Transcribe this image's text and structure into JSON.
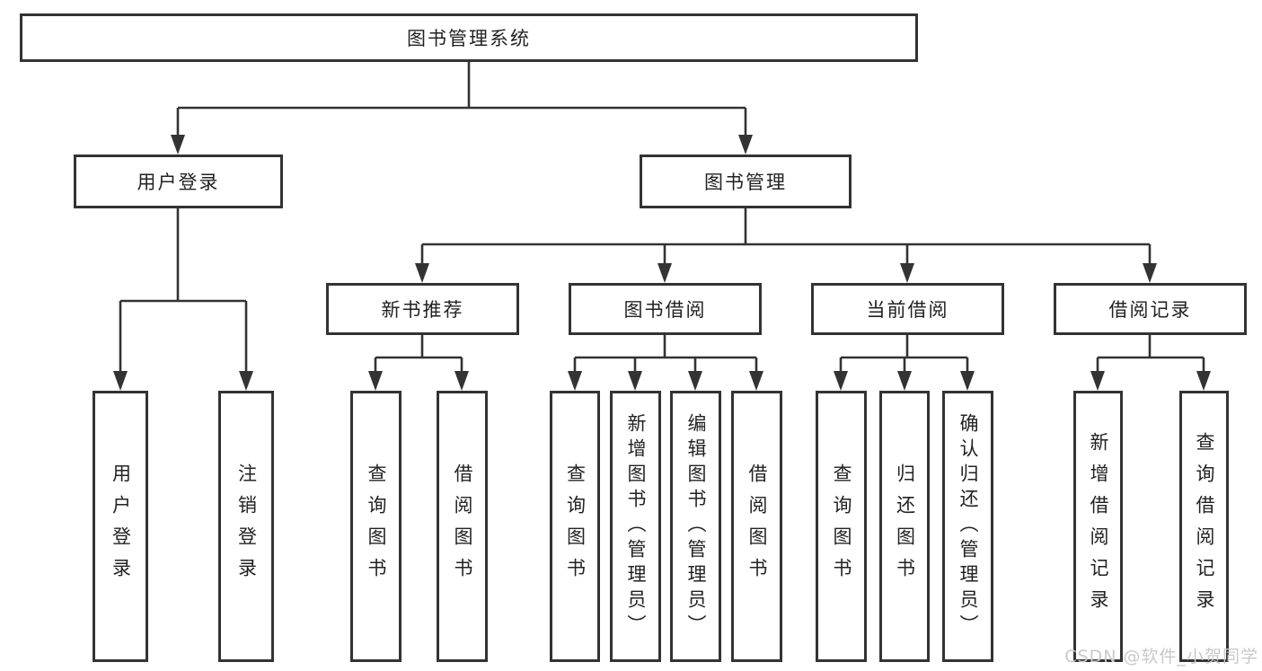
{
  "diagram_type": "hierarchy-tree",
  "colors": {
    "line": "#333333",
    "text": "#222222",
    "watermark": "#c9c9c9"
  },
  "tree": {
    "root": {
      "label": "图书管理系统",
      "children": [
        {
          "label": "用户登录",
          "children": [
            {
              "label": "用户登录"
            },
            {
              "label": "注销登录"
            }
          ]
        },
        {
          "label": "图书管理",
          "children": [
            {
              "label": "新书推荐",
              "children": [
                {
                  "label": "查询图书"
                },
                {
                  "label": "借阅图书"
                }
              ]
            },
            {
              "label": "图书借阅",
              "children": [
                {
                  "label": "查询图书"
                },
                {
                  "label": "新增图书（管理员）"
                },
                {
                  "label": "编辑图书（管理员）"
                },
                {
                  "label": "借阅图书"
                }
              ]
            },
            {
              "label": "当前借阅",
              "children": [
                {
                  "label": "查询图书"
                },
                {
                  "label": "归还图书"
                },
                {
                  "label": "确认归还（管理员）"
                }
              ]
            },
            {
              "label": "借阅记录",
              "children": [
                {
                  "label": "新增借阅记录"
                },
                {
                  "label": "查询借阅记录"
                }
              ]
            }
          ]
        }
      ]
    }
  },
  "watermark": {
    "text": "CSDN @软件_小贺同学"
  }
}
